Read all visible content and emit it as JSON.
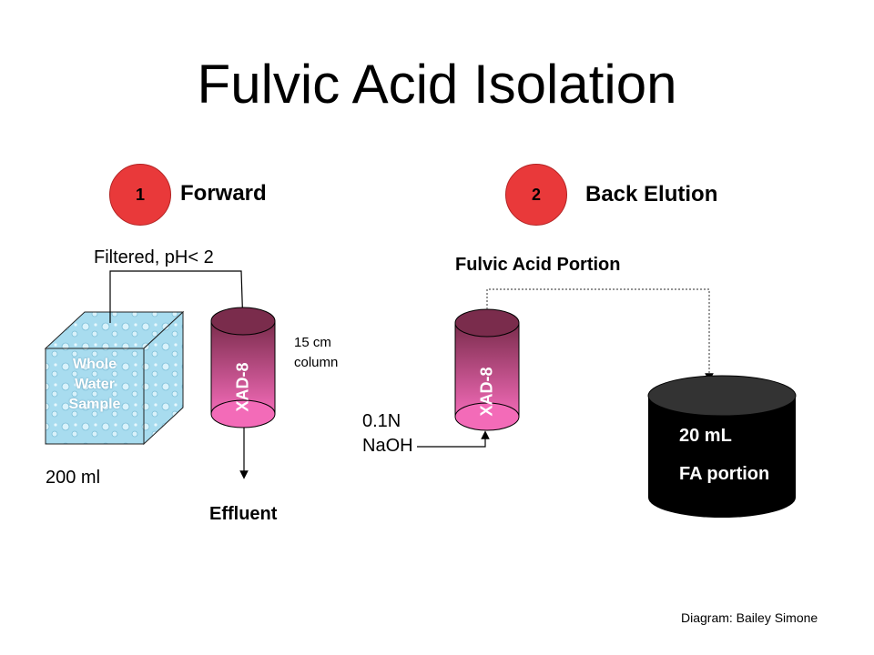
{
  "title": "Fulvic Acid Isolation",
  "steps": [
    {
      "number": "1",
      "label": "Forward"
    },
    {
      "number": "2",
      "label": "Back Elution"
    }
  ],
  "forward": {
    "filter_note": "Filtered, pH< 2",
    "sample_lines": [
      "Whole",
      "Water",
      "Sample"
    ],
    "sample_volume": "200 ml",
    "column_label": "XAD-8",
    "column_note_lines": [
      "15 cm",
      "column"
    ],
    "effluent": "Effluent"
  },
  "back_elution": {
    "portion_title": "Fulvic Acid Portion",
    "column_label": "XAD-8",
    "reagent_lines": [
      "0.1N",
      "NaOH"
    ],
    "container_lines": [
      "20 mL",
      "FA portion"
    ]
  },
  "credit": "Diagram: Bailey Simone",
  "colors": {
    "badge": "#e9393a",
    "column_gradient_top": "#7a2c4c",
    "column_gradient_bottom": "#f36bb8",
    "cube": "#a8dcef",
    "container": "#000000"
  }
}
